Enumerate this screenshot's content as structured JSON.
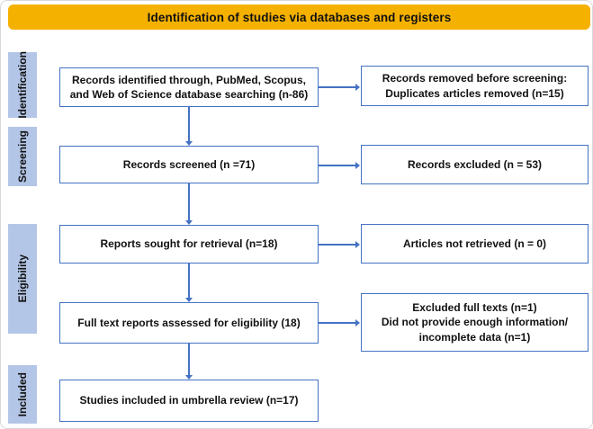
{
  "title": "Identification of studies via databases and registers",
  "colors": {
    "title_bg": "#F5B100",
    "stage_bg": "#B4C6E7",
    "box_border": "#4472C4",
    "arrow": "#4472C4",
    "text": "#111111"
  },
  "stages": [
    {
      "label": "Identification"
    },
    {
      "label": "Screening"
    },
    {
      "label": "Eligibility"
    },
    {
      "label": "Included"
    }
  ],
  "flow": {
    "identified": "Records identified through, PubMed, Scopus,\nand Web of Science database searching (n-86)",
    "removed_before_screening": "Records removed before screening:\nDuplicates articles removed (n=15)",
    "screened": "Records screened (n =71)",
    "excluded": "Records excluded (n = 53)",
    "sought_retrieval": "Reports sought for retrieval (n=18)",
    "not_retrieved": "Articles not retrieved (n = 0)",
    "assessed_eligibility": "Full text reports assessed for eligibility (18)",
    "excluded_full_text": "Excluded full texts (n=1)\nDid not provide enough information/\nincomplete data (n=1)",
    "included_review": "Studies included in umbrella review (n=17)"
  }
}
